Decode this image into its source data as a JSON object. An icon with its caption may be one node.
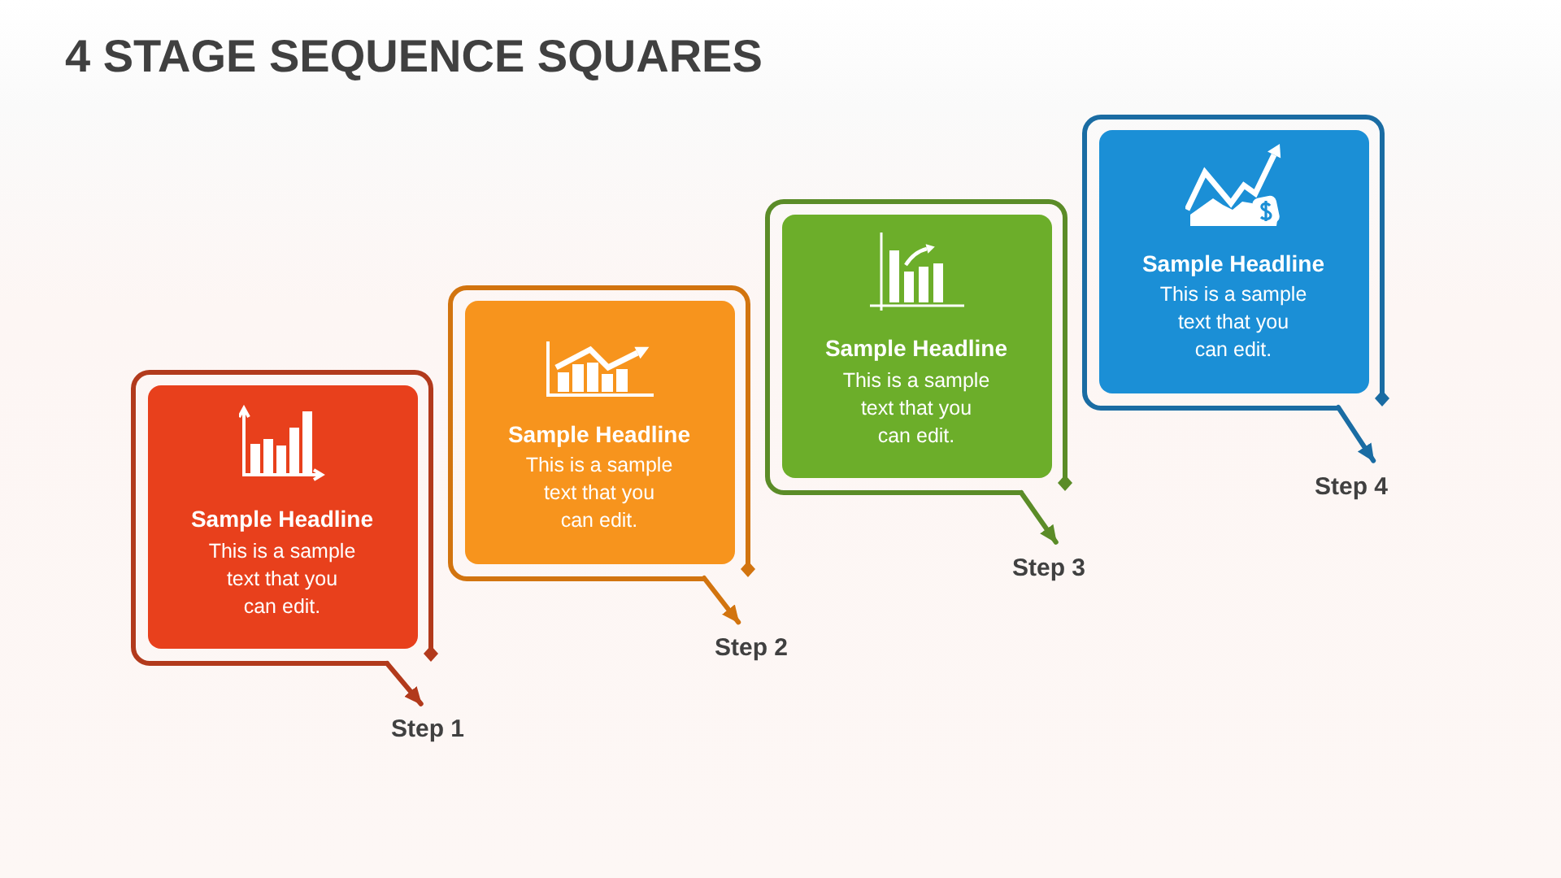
{
  "diagram": {
    "title": "4 STAGE SEQUENCE SQUARES",
    "nodes": [
      {
        "text": [
          "Sample Headline",
          "This is a sample text that you can edit."
        ]
      },
      {
        "text": [
          "Step 1"
        ]
      },
      {
        "text": [
          "Sample Headline",
          "This is a sample text that you can edit."
        ]
      },
      {
        "text": [
          "Step 2"
        ]
      },
      {
        "text": [
          "Sample Headline",
          "This is a sample text that you can edit."
        ]
      },
      {
        "text": [
          "Step 3"
        ]
      },
      {
        "text": [
          "Sample Headline",
          "This is a sample text that you can edit."
        ]
      },
      {
        "text": [
          "Step 4"
        ]
      }
    ],
    "edges": [
      {
        "from": 0,
        "to": 1,
        "arrow": "to",
        "color": "#b23a1c"
      },
      {
        "from": 2,
        "to": 3,
        "arrow": "to",
        "color": "#d2740f"
      },
      {
        "from": 4,
        "to": 5,
        "arrow": "to",
        "color": "#5b8c28"
      },
      {
        "from": 6,
        "to": 7,
        "arrow": "to",
        "color": "#1a6ca3"
      }
    ]
  }
}
